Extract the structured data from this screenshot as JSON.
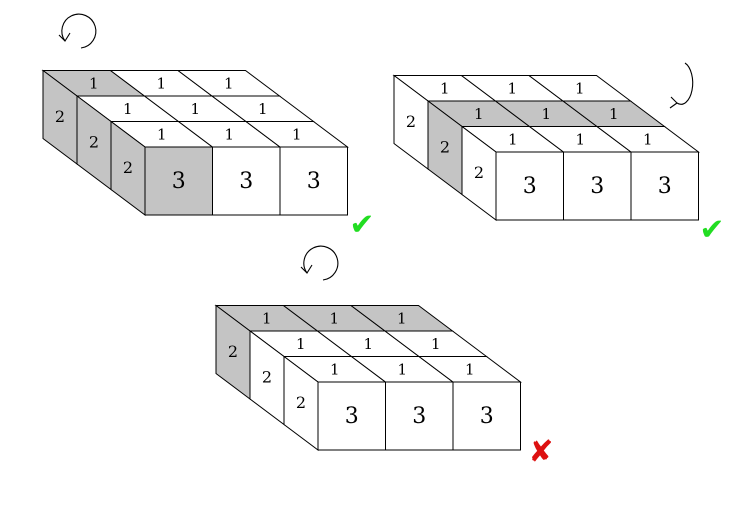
{
  "colors": {
    "shaded": "#c4c4c4",
    "plain": "#ffffff",
    "stroke": "#000000",
    "check": "#22dd22",
    "cross": "#dd1111"
  },
  "figures": [
    {
      "id": "block-1",
      "shaded_row": "first-column-vertical-slice",
      "top_labels": [
        [
          "1",
          "1",
          "1"
        ],
        [
          "1",
          "1",
          "1"
        ],
        [
          "1",
          "1",
          "1"
        ]
      ],
      "side_labels": [
        "2",
        "2",
        "2"
      ],
      "front_labels": [
        "3",
        "3",
        "3"
      ],
      "verdict": "correct",
      "verdict_symbol": "✔",
      "rotation_icon": "rotate-clockwise-icon"
    },
    {
      "id": "block-2",
      "shaded_row": "middle-depth-row",
      "top_labels": [
        [
          "1",
          "1",
          "1"
        ],
        [
          "1",
          "1",
          "1"
        ],
        [
          "1",
          "1",
          "1"
        ]
      ],
      "side_labels": [
        "2",
        "2",
        "2"
      ],
      "front_labels": [
        "3",
        "3",
        "3"
      ],
      "verdict": "correct",
      "verdict_symbol": "✔",
      "rotation_icon": "rotate-vertical-icon"
    },
    {
      "id": "block-3",
      "shaded_row": "back-depth-row",
      "top_labels": [
        [
          "1",
          "1",
          "1"
        ],
        [
          "1",
          "1",
          "1"
        ],
        [
          "1",
          "1",
          "1"
        ]
      ],
      "side_labels": [
        "2",
        "2",
        "2"
      ],
      "front_labels": [
        "3",
        "3",
        "3"
      ],
      "verdict": "incorrect",
      "verdict_symbol": "✘",
      "rotation_icon": "rotate-clockwise-icon"
    }
  ]
}
